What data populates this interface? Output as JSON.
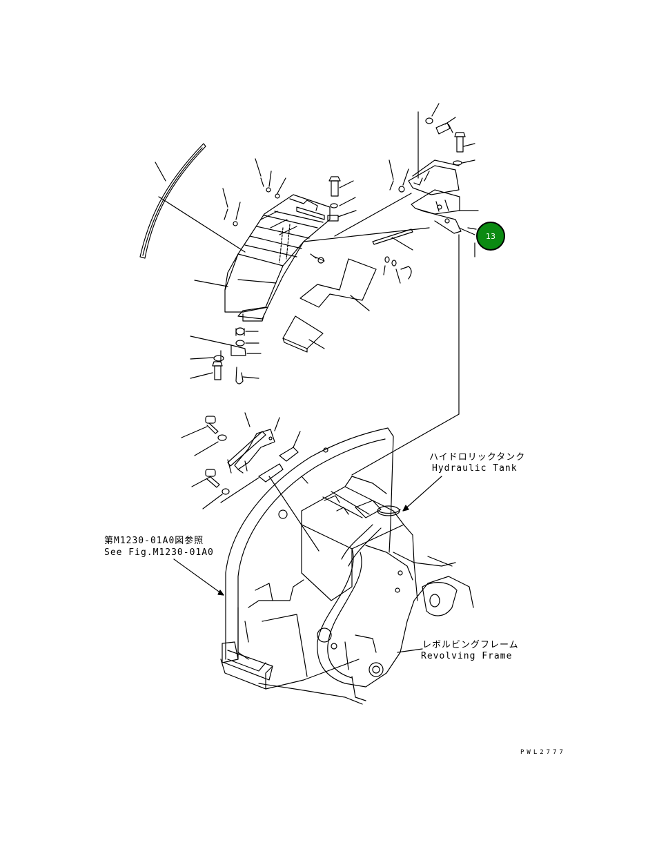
{
  "labels": {
    "hydraulic_tank_jp": "ハイドロリックタンク",
    "hydraulic_tank_en": "Hydraulic Tank",
    "see_fig_jp": "第M1230-01A0図参照",
    "see_fig_en": "See Fig.M1230-01A0",
    "revolving_frame_jp": "レボルビングフレーム",
    "revolving_frame_en": "Revolving Frame",
    "drawing_code": "PWL2777"
  },
  "callouts": [
    {
      "number": "13",
      "color": "#0b8a12"
    }
  ]
}
